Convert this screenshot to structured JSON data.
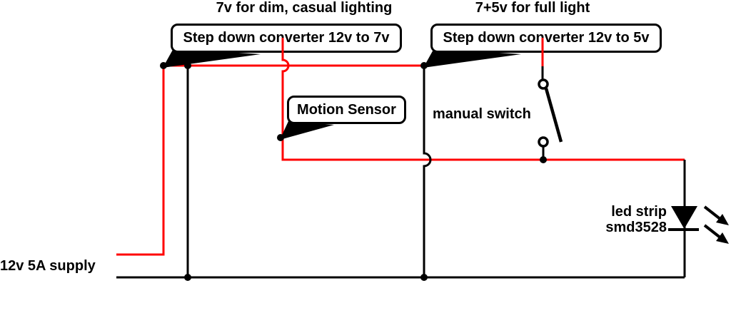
{
  "titles": {
    "dim_lighting": "7v for dim, casual lighting",
    "full_light": "7+5v for full light"
  },
  "callouts": {
    "converter_7v": "Step down converter 12v to 7v",
    "converter_5v": "Step down converter 12v to 5v",
    "motion_sensor": "Motion Sensor"
  },
  "labels": {
    "manual_switch": "manual switch",
    "led_strip": "led strip",
    "led_model": "smd3528",
    "power_supply": "12v 5A supply"
  },
  "colors": {
    "wire_positive": "#ff0000",
    "ink": "#000000",
    "background": "#ffffff"
  }
}
